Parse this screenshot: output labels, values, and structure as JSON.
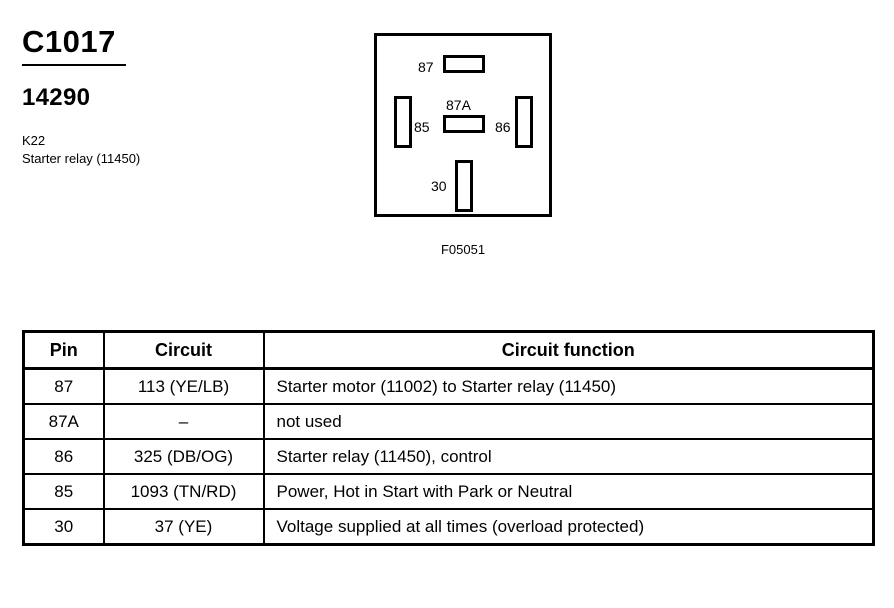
{
  "connector": {
    "id": "C1017",
    "part_number": "14290",
    "component_code": "K22",
    "component_name": "Starter relay (11450)"
  },
  "diagram": {
    "caption": "F05051",
    "pins": [
      {
        "label": "87",
        "orientation": "horizontal"
      },
      {
        "label": "87A",
        "orientation": "horizontal"
      },
      {
        "label": "85",
        "orientation": "vertical"
      },
      {
        "label": "86",
        "orientation": "vertical"
      },
      {
        "label": "30",
        "orientation": "vertical"
      }
    ]
  },
  "table": {
    "headers": [
      "Pin",
      "Circuit",
      "Circuit function"
    ],
    "rows": [
      {
        "pin": "87",
        "circuit": "113 (YE/LB)",
        "function": "Starter motor (11002) to Starter relay (11450)"
      },
      {
        "pin": "87A",
        "circuit": "–",
        "function": "not used"
      },
      {
        "pin": "86",
        "circuit": "325 (DB/OG)",
        "function": "Starter relay (11450), control"
      },
      {
        "pin": "85",
        "circuit": "1093 (TN/RD)",
        "function": "Power, Hot in Start with Park or Neutral"
      },
      {
        "pin": "30",
        "circuit": "37 (YE)",
        "function": "Voltage supplied at all times (overload protected)"
      }
    ]
  }
}
